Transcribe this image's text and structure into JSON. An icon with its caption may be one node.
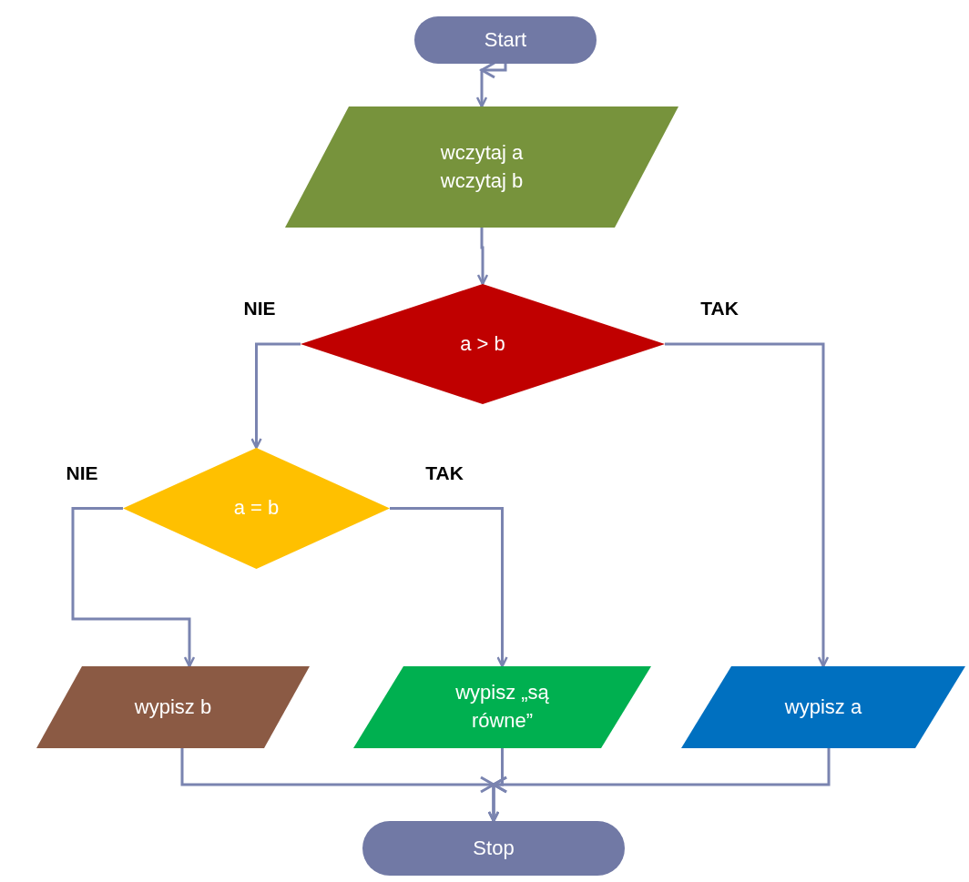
{
  "diagram": {
    "nodes": [
      {
        "text": [
          "Start"
        ]
      },
      {
        "text": [
          "wczytaj a",
          "wczytaj b"
        ]
      },
      {
        "text": [
          "a > b"
        ]
      },
      {
        "text": [
          "a = b"
        ]
      },
      {
        "text": [
          "wypisz b"
        ]
      },
      {
        "text": [
          "wypisz „są równe”"
        ]
      },
      {
        "text": [
          "wypisz a"
        ]
      },
      {
        "text": [
          "Stop"
        ]
      }
    ],
    "edges": [
      {
        "from": 0,
        "to": 1,
        "arrow": "to"
      },
      {
        "from": 1,
        "to": 2,
        "arrow": "to"
      },
      {
        "from": 2,
        "to": 3,
        "arrow": "to",
        "label": "NIE"
      },
      {
        "from": 2,
        "to": 6,
        "arrow": "to",
        "label": "TAK"
      },
      {
        "from": 3,
        "to": 4,
        "arrow": "to",
        "label": "NIE"
      },
      {
        "from": 3,
        "to": 5,
        "arrow": "to",
        "label": "TAK"
      },
      {
        "from": 4,
        "to": 7,
        "arrow": "to"
      },
      {
        "from": 5,
        "to": 7,
        "arrow": "to"
      },
      {
        "from": 6,
        "to": 7,
        "arrow": "to"
      }
    ]
  }
}
